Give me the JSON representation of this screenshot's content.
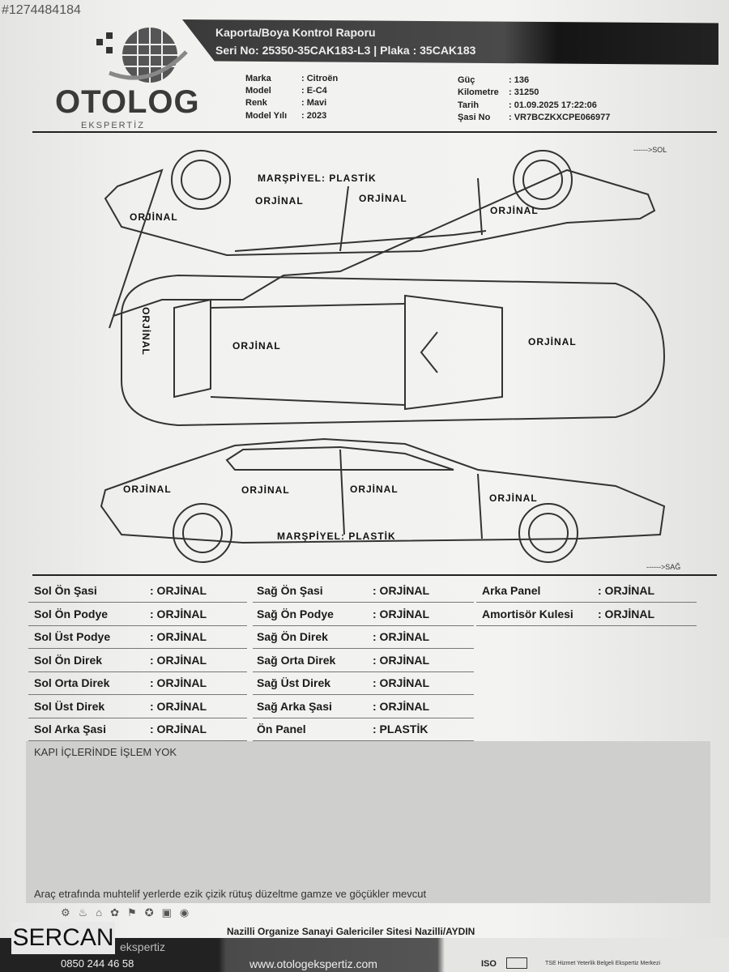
{
  "listing_id": "#1274484184",
  "header": {
    "title": "Kaporta/Boya Kontrol Raporu",
    "serial": "Seri No: 25350-35CAK183-L3 | Plaka : 35CAK183",
    "logo_main": "OTOLOG",
    "logo_sub": "EKSPERTİZ"
  },
  "vehicle_info": {
    "left": [
      {
        "label": "Marka",
        "value": ": Citroën"
      },
      {
        "label": "Model",
        "value": ": E-C4"
      },
      {
        "label": "Renk",
        "value": ": Mavi"
      },
      {
        "label": "Model Yılı",
        "value": ": 2023"
      }
    ],
    "right": [
      {
        "label": "Güç",
        "value": ": 136"
      },
      {
        "label": "Kilometre",
        "value": ": 31250"
      },
      {
        "label": "Tarih",
        "value": ": 01.09.2025 17:22:06"
      },
      {
        "label": "Şasi No",
        "value": ": VR7BCZKXCPE066977"
      }
    ]
  },
  "diagram": {
    "dir_left": "------>SOL",
    "dir_right": "------>SAĞ",
    "top_view_labels": [
      "MARŞPİYEL: PLASTİK",
      "ORJİNAL",
      "ORJİNAL",
      "ORJİNAL",
      "ORJİNAL"
    ],
    "middle_view_labels": [
      "ORJİNAL",
      "ORJİNAL",
      "ORJİNAL"
    ],
    "bottom_view_labels": [
      "ORJİNAL",
      "ORJİNAL",
      "ORJİNAL",
      "ORJİNAL",
      "MARŞPİYEL: PLASTİK"
    ]
  },
  "parts": {
    "col1": [
      {
        "label": "Sol Ön Şasi",
        "value": ": ORJİNAL"
      },
      {
        "label": "Sol Ön Podye",
        "value": ": ORJİNAL"
      },
      {
        "label": "Sol Üst Podye",
        "value": ": ORJİNAL"
      },
      {
        "label": "Sol Ön Direk",
        "value": ": ORJİNAL"
      },
      {
        "label": "Sol Orta Direk",
        "value": ": ORJİNAL"
      },
      {
        "label": "Sol Üst Direk",
        "value": ": ORJİNAL"
      },
      {
        "label": "Sol Arka Şasi",
        "value": ": ORJİNAL"
      }
    ],
    "col2": [
      {
        "label": "Sağ Ön Şasi",
        "value": ": ORJİNAL"
      },
      {
        "label": "Sağ Ön Podye",
        "value": ": ORJİNAL"
      },
      {
        "label": "Sağ Ön Direk",
        "value": ": ORJİNAL"
      },
      {
        "label": "Sağ Orta Direk",
        "value": ": ORJİNAL"
      },
      {
        "label": "Sağ Üst Direk",
        "value": ": ORJİNAL"
      },
      {
        "label": "Sağ Arka Şasi",
        "value": ": ORJİNAL"
      },
      {
        "label": "Ön Panel",
        "value": ": PLASTİK"
      }
    ],
    "col3": [
      {
        "label": "Arka Panel",
        "value": ": ORJİNAL"
      },
      {
        "label": "Amortisör Kulesi",
        "value": ": ORJİNAL"
      }
    ]
  },
  "notes": {
    "top": "KAPI İÇLERİNDE İŞLEM YOK",
    "bottom": "Araç etrafında muhtelif yerlerde ezik çizik rütuş düzeltme gamze ve göçükler mevcut"
  },
  "footer": {
    "address": "Nazilli Organize Sanayi Galericiler Sitesi Nazilli/AYDIN",
    "brand": "ekspertiz",
    "phone": "0850 244 46 58",
    "website": "www.otologekspertiz.com",
    "iso": "ISO",
    "tse": "TSE Hizmet Yeterlik Belgeli Ekspertiz Merkezi",
    "watermark_name": "SERCAN"
  }
}
